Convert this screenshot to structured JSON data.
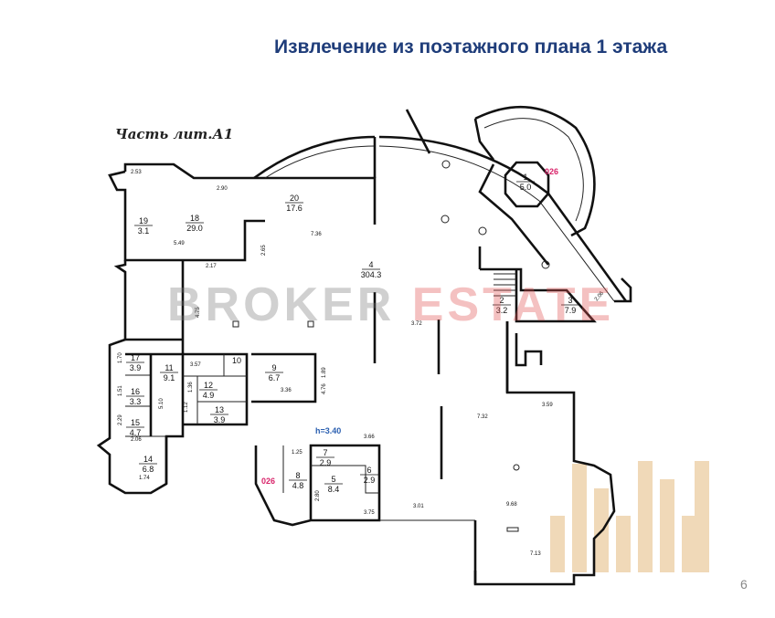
{
  "header": {
    "title": "Извлечение из поэтажного плана 1 этажа",
    "page_number": "6"
  },
  "plan": {
    "subtitle": "Часть лит.А1",
    "watermark_part1": "BROKER ",
    "watermark_part2": "ESTATE",
    "wall_color": "#111111",
    "marker_color": "#d8246a",
    "height_color": "#2a5fb0",
    "rooms": [
      {
        "id": "1",
        "area": "5.0"
      },
      {
        "id": "2",
        "area": "3.2"
      },
      {
        "id": "3",
        "area": "7.9"
      },
      {
        "id": "4",
        "area": "304.3"
      },
      {
        "id": "5",
        "area": "8.4"
      },
      {
        "id": "6",
        "area": "2.9"
      },
      {
        "id": "7",
        "area": "2.9"
      },
      {
        "id": "8",
        "area": "4.8"
      },
      {
        "id": "9",
        "area": "6.7"
      },
      {
        "id": "10",
        "area": ""
      },
      {
        "id": "11",
        "area": "9.1"
      },
      {
        "id": "12",
        "area": "4.9"
      },
      {
        "id": "13",
        "area": "3.9"
      },
      {
        "id": "14",
        "area": "6.8"
      },
      {
        "id": "15",
        "area": "4.7"
      },
      {
        "id": "16",
        "area": "3.3"
      },
      {
        "id": "17",
        "area": "3.9"
      },
      {
        "id": "18",
        "area": "29.0"
      },
      {
        "id": "19",
        "area": "3.1"
      },
      {
        "id": "20",
        "area": "17.6"
      }
    ],
    "dims": [
      "2.53",
      "2.90",
      "7.36",
      "5.49",
      "2.17",
      "2.65",
      "4.75",
      "3.72",
      "3.57",
      "1.70",
      "1.51",
      "2.29",
      "5.10",
      "1.36",
      "1.12",
      "2.06",
      "1.74",
      "3.36",
      "1.89",
      "4.76",
      "3.66",
      "1.25",
      "2.80",
      "3.75",
      "3.01",
      "7.32",
      "3.59",
      "9.68",
      "7.13",
      "2.06"
    ],
    "markers": [
      "026",
      "026"
    ],
    "height_mark": "h=3.40"
  },
  "logo": {
    "color": "#f0d9b8"
  }
}
